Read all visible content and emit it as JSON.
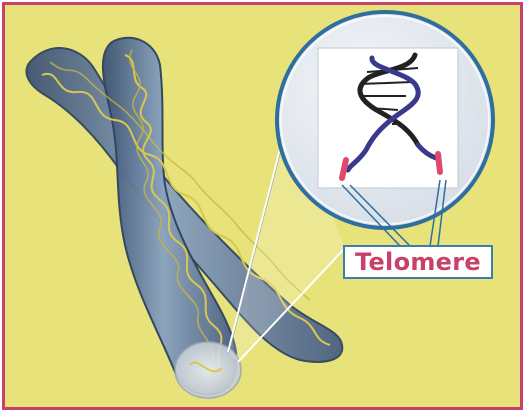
{
  "label": {
    "text": "Telomere"
  },
  "colors": {
    "background": "#e7e27a",
    "border": "#c8416a",
    "chromatid": "#6f88a8",
    "dna_strand": "#d8c850",
    "helix_strand_a": "#222222",
    "helix_strand_b": "#3a3a8a",
    "telomere_tip": "#e04a6a",
    "magnifier_ring": "#3a7fb0",
    "label_text": "#c8416a"
  },
  "icons": [
    "chromosome-illustration",
    "dna-double-helix-icon",
    "magnifier-lens"
  ]
}
